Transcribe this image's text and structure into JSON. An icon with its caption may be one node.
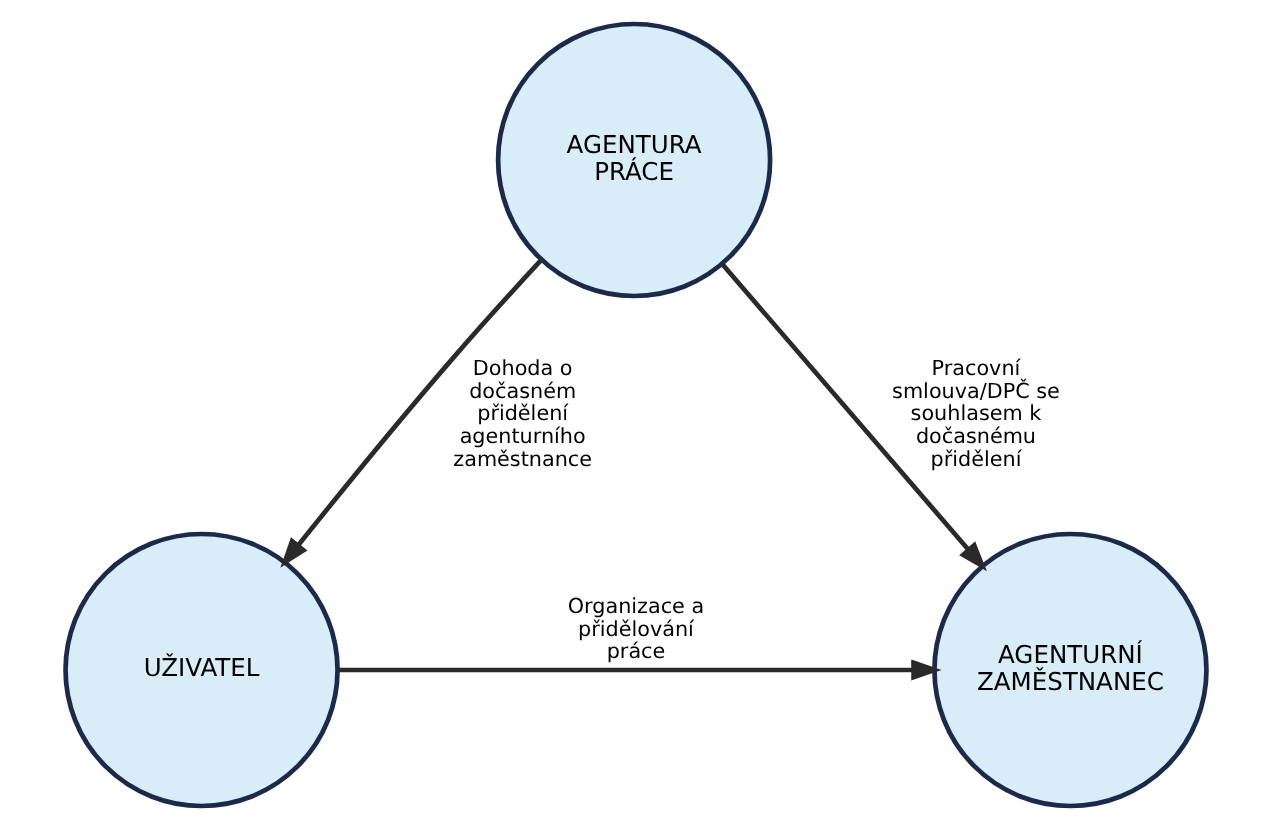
{
  "diagram": {
    "nodes": [
      {
        "text": [
          "AGENTURA PRÁCE"
        ]
      },
      {
        "text": [
          "UŽIVATEL"
        ]
      },
      {
        "text": [
          "AGENTURNÍ ZAMĚSTNANEC"
        ]
      }
    ],
    "edges": [
      {
        "from": 0,
        "to": 1,
        "arrow": "to",
        "label": "Dohoda o dočasném přidělení agenturního zaměstnance"
      },
      {
        "from": 0,
        "to": 2,
        "arrow": "to",
        "label": "Pracovní smlouva/DPČ se souhlasem k dočasnému přidělení"
      },
      {
        "from": 1,
        "to": 2,
        "arrow": "to",
        "label": "Organizace a přidělování práce"
      }
    ]
  }
}
